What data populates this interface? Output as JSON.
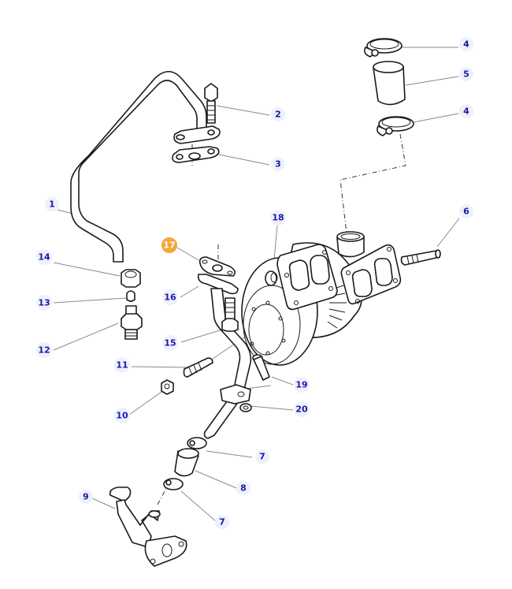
{
  "diagram": {
    "title": "Turbocharger and oil lines exploded view",
    "colors": {
      "callout_text": "#1a1aa8",
      "callout_bg": "#eef0fb",
      "highlight_bg": "#f0a73a",
      "highlight_text": "#ffffff",
      "line_art": "#1a1a1a"
    },
    "callouts": [
      {
        "id": "c1",
        "label": "1",
        "highlighted": false
      },
      {
        "id": "c2",
        "label": "2",
        "highlighted": false
      },
      {
        "id": "c3",
        "label": "3",
        "highlighted": false
      },
      {
        "id": "c4a",
        "label": "4",
        "highlighted": false
      },
      {
        "id": "c5",
        "label": "5",
        "highlighted": false
      },
      {
        "id": "c4b",
        "label": "4",
        "highlighted": false
      },
      {
        "id": "c6",
        "label": "6",
        "highlighted": false
      },
      {
        "id": "c7a",
        "label": "7",
        "highlighted": false
      },
      {
        "id": "c8",
        "label": "8",
        "highlighted": false
      },
      {
        "id": "c7b",
        "label": "7",
        "highlighted": false
      },
      {
        "id": "c9",
        "label": "9",
        "highlighted": false
      },
      {
        "id": "c10",
        "label": "10",
        "highlighted": false
      },
      {
        "id": "c11",
        "label": "11",
        "highlighted": false
      },
      {
        "id": "c12",
        "label": "12",
        "highlighted": false
      },
      {
        "id": "c13",
        "label": "13",
        "highlighted": false
      },
      {
        "id": "c14",
        "label": "14",
        "highlighted": false
      },
      {
        "id": "c15",
        "label": "15",
        "highlighted": false
      },
      {
        "id": "c16",
        "label": "16",
        "highlighted": false
      },
      {
        "id": "c17",
        "label": "17",
        "highlighted": true
      },
      {
        "id": "c18",
        "label": "18",
        "highlighted": false
      },
      {
        "id": "c19",
        "label": "19",
        "highlighted": false
      },
      {
        "id": "c20",
        "label": "20",
        "highlighted": false
      }
    ],
    "parts": [
      {
        "ref": "1",
        "name": "oil-feed-pipe"
      },
      {
        "ref": "2",
        "name": "flange-bolt"
      },
      {
        "ref": "3",
        "name": "flange-gasket"
      },
      {
        "ref": "4",
        "name": "hose-clamp"
      },
      {
        "ref": "5",
        "name": "hose"
      },
      {
        "ref": "6",
        "name": "stud"
      },
      {
        "ref": "7",
        "name": "hose-clamp"
      },
      {
        "ref": "8",
        "name": "hose"
      },
      {
        "ref": "9",
        "name": "oil-return-elbow"
      },
      {
        "ref": "10",
        "name": "nut"
      },
      {
        "ref": "11",
        "name": "stud"
      },
      {
        "ref": "12",
        "name": "adapter-fitting"
      },
      {
        "ref": "13",
        "name": "olive"
      },
      {
        "ref": "14",
        "name": "union-nut"
      },
      {
        "ref": "15",
        "name": "bolt"
      },
      {
        "ref": "16",
        "name": "oil-drain-pipe"
      },
      {
        "ref": "17",
        "name": "gasket"
      },
      {
        "ref": "18",
        "name": "plug"
      },
      {
        "ref": "19",
        "name": "bolt"
      },
      {
        "ref": "20",
        "name": "washer"
      }
    ]
  }
}
